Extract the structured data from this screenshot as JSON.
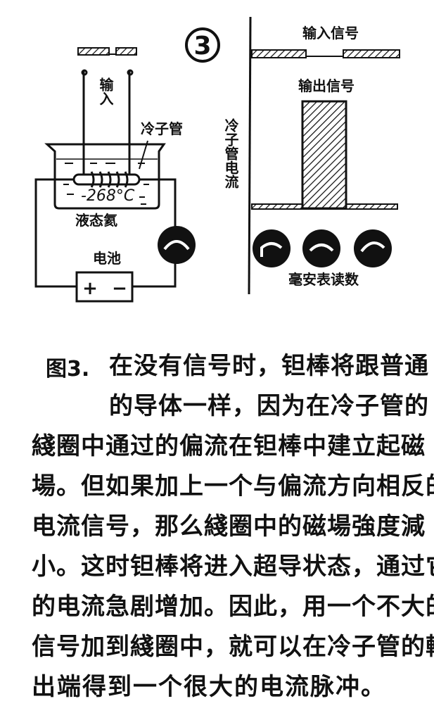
{
  "figure": {
    "number": "3",
    "left": {
      "input_label": "输入",
      "cryotron_label": "冷子管",
      "temperature": "-268°C",
      "liquid_helium_label": "液态氦",
      "battery_label": "电池",
      "battery_plus": "+",
      "battery_minus": "−"
    },
    "right": {
      "input_signal_label": "输入信号",
      "output_signal_label": "输出信号",
      "axis_label": "冷子管电流",
      "meter_label": "毫安表读数"
    }
  },
  "caption": {
    "figure_label": "图3.",
    "lines": [
      "在没有信号时，钽棒将跟普通",
      "的导体一样，因为在冷子管的",
      "綫圈中通过的偏流在钽棒中建立起磁",
      "場。但如果加上一个与偏流方向相反的",
      "电流信号，那么綫圈中的磁場強度減",
      "小。这时钽棒将进入超导状态，通过它",
      "的电流急剧增加。因此，用一个不大的",
      "信号加到綫圈中，就可以在冷子管的輸",
      "出端得到一个很大的电流脉冲。"
    ]
  }
}
